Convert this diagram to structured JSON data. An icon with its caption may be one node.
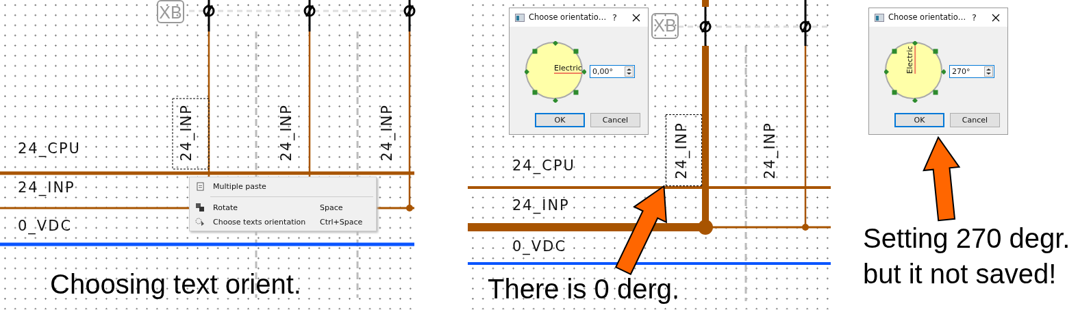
{
  "diagram": {
    "nodes": [
      {
        "text": [
          "Multiple paste",
          "Rotate",
          "Space",
          "Choose texts orientation",
          "Ctrl+Space"
        ]
      },
      {
        "text": [
          "Choose orientatio…",
          "?"
        ]
      },
      {
        "text": [
          "Electric"
        ],
        "in": 1
      },
      {
        "text": [
          "0,00°"
        ],
        "in": 1
      },
      {
        "text": [
          "OK"
        ],
        "in": 1
      },
      {
        "text": [
          "Cancel"
        ],
        "in": 1
      },
      {
        "text": [
          "24_INP"
        ]
      },
      {
        "text": [
          "There is 0 derg."
        ]
      },
      {
        "text": [
          "Choose orientatio…",
          "?"
        ]
      },
      {
        "text": [
          "Electric"
        ],
        "in": 8
      },
      {
        "text": [
          "270°"
        ],
        "in": 8
      },
      {
        "text": [
          "OK"
        ],
        "in": 8
      },
      {
        "text": [
          "Cancel"
        ],
        "in": 8
      },
      {
        "text": [
          "Setting 270 degr. but it not saved!"
        ]
      }
    ],
    "edges": [
      {
        "from": 7,
        "to": 6,
        "arrow": "to",
        "style": "thick",
        "color": "#ff6600"
      },
      {
        "from": 13,
        "to": 8,
        "arrow": "to",
        "style": "thick",
        "color": "#ff6600"
      }
    ],
    "labels": [
      "XB",
      "24_INP",
      "24_INP",
      "24_INP",
      "24_CPU",
      "24_INP",
      "0_VDC",
      "Choosing text orient.",
      "XB",
      "24_INP",
      "24_CPU",
      "24_INP",
      "0_VDC"
    ]
  }
}
